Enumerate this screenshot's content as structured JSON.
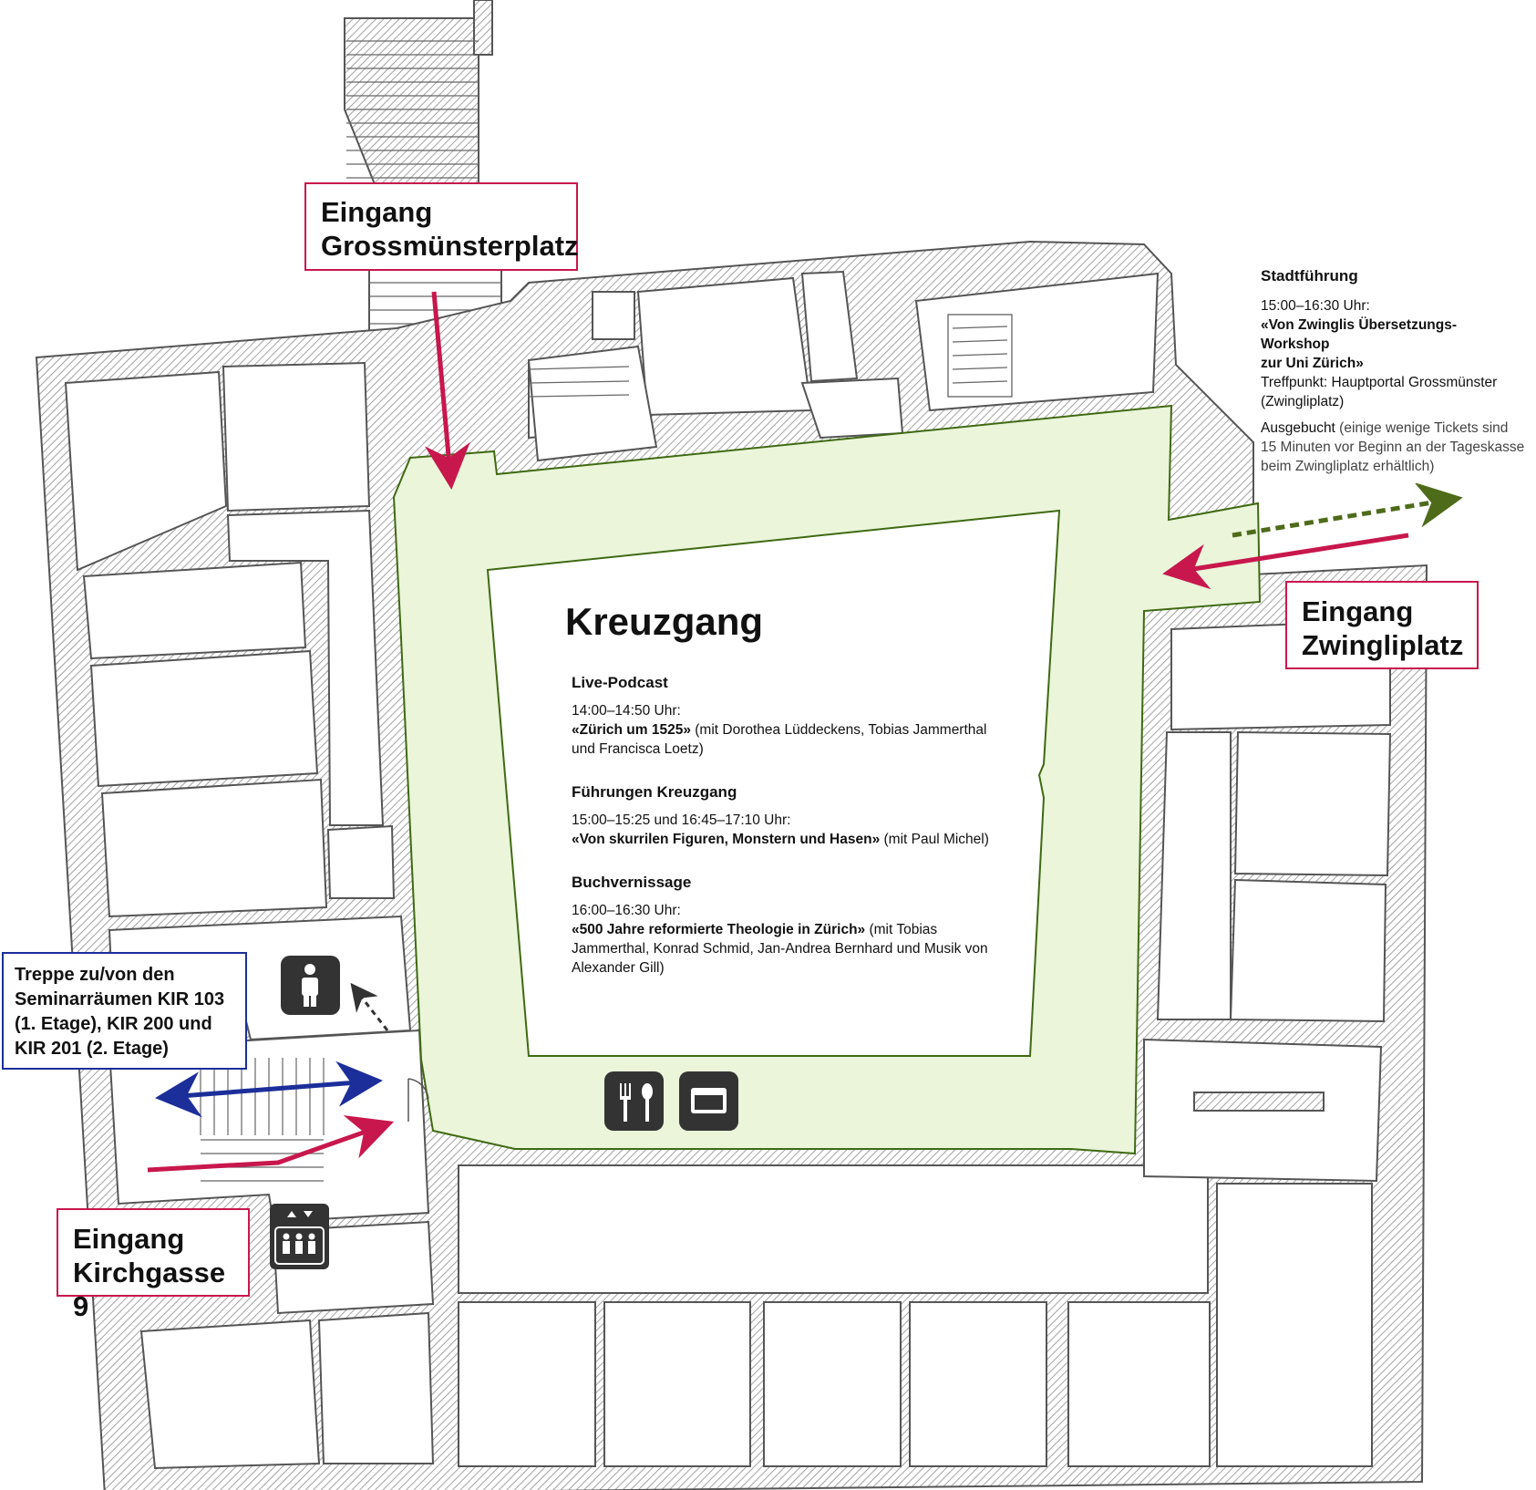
{
  "entrances": {
    "grossmuenster": {
      "line1": "Eingang",
      "line2": "Grossmünsterplatz"
    },
    "zwingli": {
      "line1": "Eingang",
      "line2": "Zwingliplatz"
    },
    "kirchgasse": {
      "line1": "Eingang",
      "line2": "Kirchgasse 9"
    }
  },
  "stairs_note": {
    "line1": "Treppe zu/von den",
    "line2": "Seminarräumen KIR 103",
    "line3": "(1. Etage), KIR 200 und",
    "line4": "KIR 201 (2. Etage)"
  },
  "courtyard": {
    "title": "Kreuzgang",
    "events": [
      {
        "heading": "Live-Podcast",
        "time": "14:00–14:50 Uhr:",
        "title": "«Zürich um 1525»",
        "details": " (mit Dorothea Lüddeckens, Tobias Jammerthal und Francisca Loetz)"
      },
      {
        "heading": "Führungen Kreuzgang",
        "time": "15:00–15:25 und 16:45–17:10 Uhr:",
        "title": "«Von skurrilen Figuren, Monstern und Hasen»",
        "details": " (mit Paul Michel)"
      },
      {
        "heading": "Buchvernissage",
        "time": "16:00–16:30 Uhr:",
        "title": "«500 Jahre reformierte Theologie in Zürich»",
        "details": " (mit Tobias Jammerthal, Konrad Schmid, Jan-Andrea Bernhard und Musik von Alexander Gill)"
      }
    ]
  },
  "city_tour": {
    "heading": "Stadtführung",
    "time": "15:00–16:30 Uhr:",
    "title_line1": "«Von Zwinglis Übersetzungs-Workshop",
    "title_line2": "zur Uni Zürich»",
    "meeting": "Treffpunkt: Hauptportal Grossmünster (Zwingliplatz)",
    "status_bold": "Ausgebucht",
    "status_note": " (einige wenige Tickets sind 15 Minuten vor Beginn an der Tageskasse beim Zwingliplatz erhältlich)"
  },
  "icons": [
    "restroom-icon",
    "restaurant-icon",
    "book-shop-icon",
    "elevator-icon"
  ],
  "colors": {
    "entrance_arrow": "#c8174d",
    "stairs_arrow": "#1b2e9a",
    "tour_arrow": "#4e6b1a",
    "courtyard_fill": "#eaf5da",
    "courtyard_outline": "#3f6a12"
  }
}
